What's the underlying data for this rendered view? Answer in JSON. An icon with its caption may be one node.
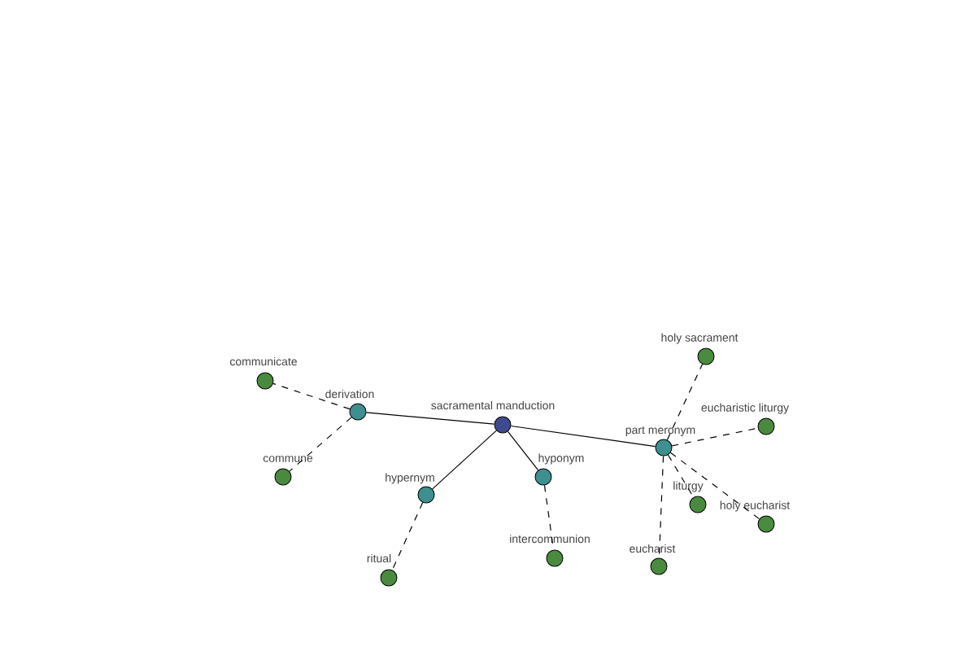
{
  "diagram": {
    "nodes": [
      {
        "text": [
          "sacramental manduction"
        ]
      },
      {
        "text": [
          "derivation"
        ]
      },
      {
        "text": [
          "hypernym"
        ]
      },
      {
        "text": [
          "hyponym"
        ]
      },
      {
        "text": [
          "part meronym"
        ]
      },
      {
        "text": [
          "communicate"
        ]
      },
      {
        "text": [
          "commune"
        ]
      },
      {
        "text": [
          "ritual"
        ]
      },
      {
        "text": [
          "intercommunion"
        ]
      },
      {
        "text": [
          "holy sacrament"
        ]
      },
      {
        "text": [
          "eucharistic liturgy"
        ]
      },
      {
        "text": [
          "liturgy"
        ]
      },
      {
        "text": [
          "holy eucharist"
        ]
      },
      {
        "text": [
          "eucharist"
        ]
      }
    ],
    "edges": [
      {
        "from": 0,
        "to": 1,
        "arrow": "none"
      },
      {
        "from": 0,
        "to": 2,
        "arrow": "none"
      },
      {
        "from": 0,
        "to": 3,
        "arrow": "none"
      },
      {
        "from": 0,
        "to": 4,
        "arrow": "none"
      },
      {
        "from": 1,
        "to": 5,
        "arrow": "none",
        "style": "dashed"
      },
      {
        "from": 1,
        "to": 6,
        "arrow": "none",
        "style": "dashed"
      },
      {
        "from": 2,
        "to": 7,
        "arrow": "none",
        "style": "dashed"
      },
      {
        "from": 3,
        "to": 8,
        "arrow": "none",
        "style": "dashed"
      },
      {
        "from": 4,
        "to": 9,
        "arrow": "none",
        "style": "dashed"
      },
      {
        "from": 4,
        "to": 10,
        "arrow": "none",
        "style": "dashed"
      },
      {
        "from": 4,
        "to": 11,
        "arrow": "none",
        "style": "dashed"
      },
      {
        "from": 4,
        "to": 12,
        "arrow": "none",
        "style": "dashed"
      },
      {
        "from": 4,
        "to": 13,
        "arrow": "none",
        "style": "dashed"
      }
    ]
  }
}
